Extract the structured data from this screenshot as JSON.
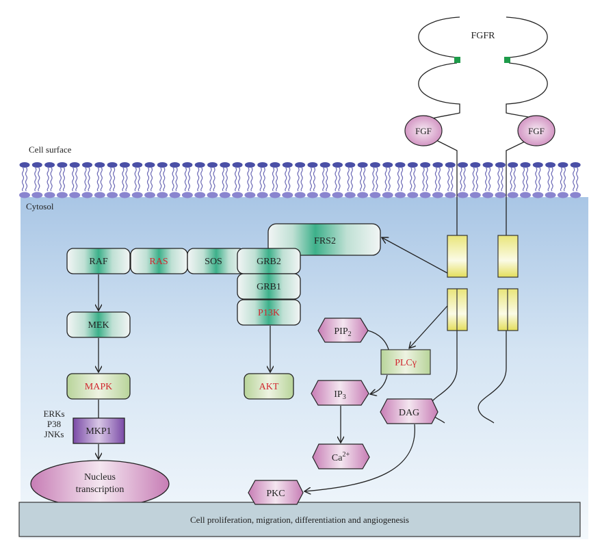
{
  "diagram": {
    "title": "FGF/FGFR signaling pathway",
    "compartments": {
      "cell_surface": "Cell surface",
      "cytosol": "Cytosol"
    },
    "receptor": {
      "label": "FGFR",
      "ligands": [
        "FGF",
        "FGF"
      ]
    },
    "nodes": {
      "frs2": "FRS2",
      "raf": "RAF",
      "ras": "RAS",
      "sos": "SOS",
      "grb2": "GRB2",
      "grb1": "GRB1",
      "pi3k": "P13K",
      "mek": "MEK",
      "mapk": "MAPK",
      "akt": "AKT",
      "mkp1": "MKP1",
      "mapk_family": [
        "ERKs",
        "P38",
        "JNKs"
      ],
      "nucleus": [
        "Nucleus",
        "transcription"
      ],
      "pip2": "PIP",
      "pip2_sub": "2",
      "plcg": "PLCγ",
      "ip3": "IP",
      "ip3_sub": "3",
      "dag": "DAG",
      "ca": "Ca",
      "ca_sup": "2+",
      "pkc": "PKC",
      "outcome": "Cell proliferation, migration, differentiation and angiogenesis"
    },
    "highlighted_nodes": [
      "RAS",
      "P13K",
      "MAPK",
      "AKT",
      "PLCγ"
    ],
    "edges": [
      [
        "FGFR",
        "FRS2"
      ],
      [
        "FGFR",
        "PLCγ"
      ],
      [
        "RAF",
        "MEK"
      ],
      [
        "MEK",
        "MAPK"
      ],
      [
        "MKP1",
        "Nucleus transcription"
      ],
      [
        "P13K",
        "AKT"
      ],
      [
        "PIP2",
        "PLCγ"
      ],
      [
        "PLCγ",
        "IP3"
      ],
      [
        "IP3",
        "Ca2+"
      ],
      [
        "DAG",
        "PKC"
      ]
    ],
    "colors": {
      "highlight_text": "#d0262e",
      "text": "#222222",
      "membrane_head": "#4a4fa6",
      "membrane_head_inner": "#8a85cf",
      "cytosol_top": "#a9c6e5",
      "cytosol_bottom": "#f3f8fc",
      "outcome_bar": "#c1d2da",
      "green_marker": "#1e9b4a"
    }
  }
}
